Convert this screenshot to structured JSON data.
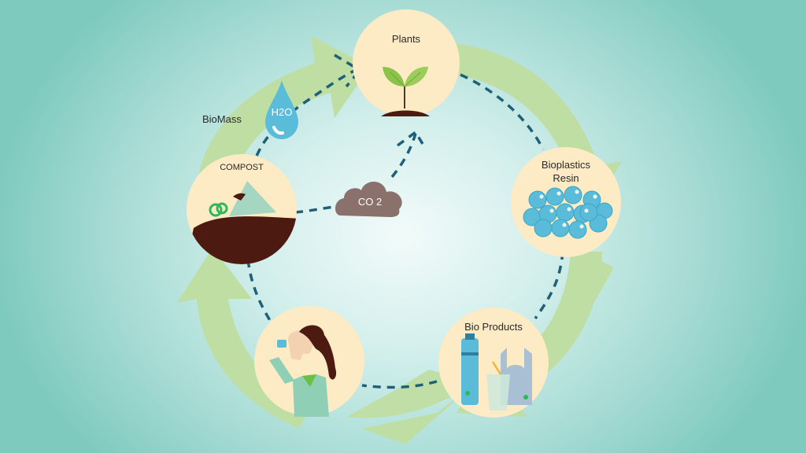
{
  "diagram": {
    "type": "cycle",
    "title_labels": {
      "plants": "Plants",
      "resin_line1": "Bioplastics",
      "resin_line2": "Resin",
      "products": "Bio Products",
      "compost": "COMPOST",
      "biomass": "BioMass",
      "h2o": "H2O",
      "co2": "CO 2"
    },
    "nodes": [
      {
        "id": "plants",
        "label": "Plants",
        "icon": "sprout-icon"
      },
      {
        "id": "resin",
        "label": "Bioplastics Resin",
        "icon": "resin-pellets-icon"
      },
      {
        "id": "products",
        "label": "Bio Products",
        "icon": "bottle-cup-bag-icon"
      },
      {
        "id": "consumer",
        "label": "",
        "icon": "woman-drinking-icon"
      },
      {
        "id": "compost",
        "label": "COMPOST",
        "icon": "compost-soil-icon"
      }
    ],
    "edges": [
      {
        "from": "plants",
        "to": "resin"
      },
      {
        "from": "resin",
        "to": "products"
      },
      {
        "from": "products",
        "to": "consumer"
      },
      {
        "from": "consumer",
        "to": "compost"
      },
      {
        "from": "compost",
        "to": "plants",
        "via": "H2O"
      },
      {
        "from": "compost",
        "to": "plants",
        "via": "CO 2"
      }
    ],
    "colors": {
      "circle_fill": "#fcebc4",
      "arrow_green": "#bfdea3",
      "dash_blue": "#1f5f78",
      "soil_brown": "#4d1a12",
      "water_blue": "#5bbcd9",
      "cloud_gray": "#8a716b",
      "bg_teal": "#7fcabf"
    }
  }
}
